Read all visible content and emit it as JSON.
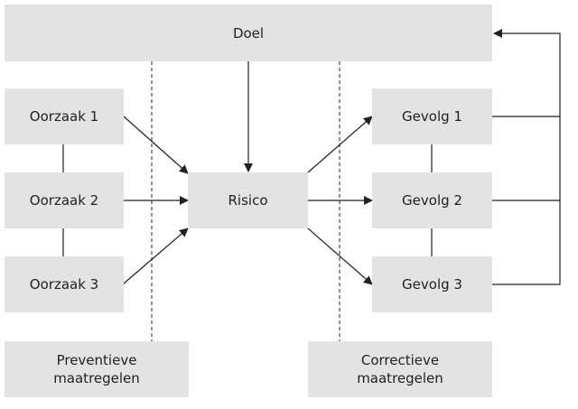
{
  "diagram": {
    "goal": "Doel",
    "causes": [
      "Oorzaak 1",
      "Oorzaak 2",
      "Oorzaak 3"
    ],
    "risk": "Risico",
    "effects": [
      "Gevolg 1",
      "Gevolg 2",
      "Gevolg 3"
    ],
    "preventive": [
      "Preventieve",
      "maatregelen"
    ],
    "corrective": [
      "Correctieve",
      "maatregelen"
    ]
  },
  "colors": {
    "box": "#e3e3e3",
    "line": "#222222"
  }
}
